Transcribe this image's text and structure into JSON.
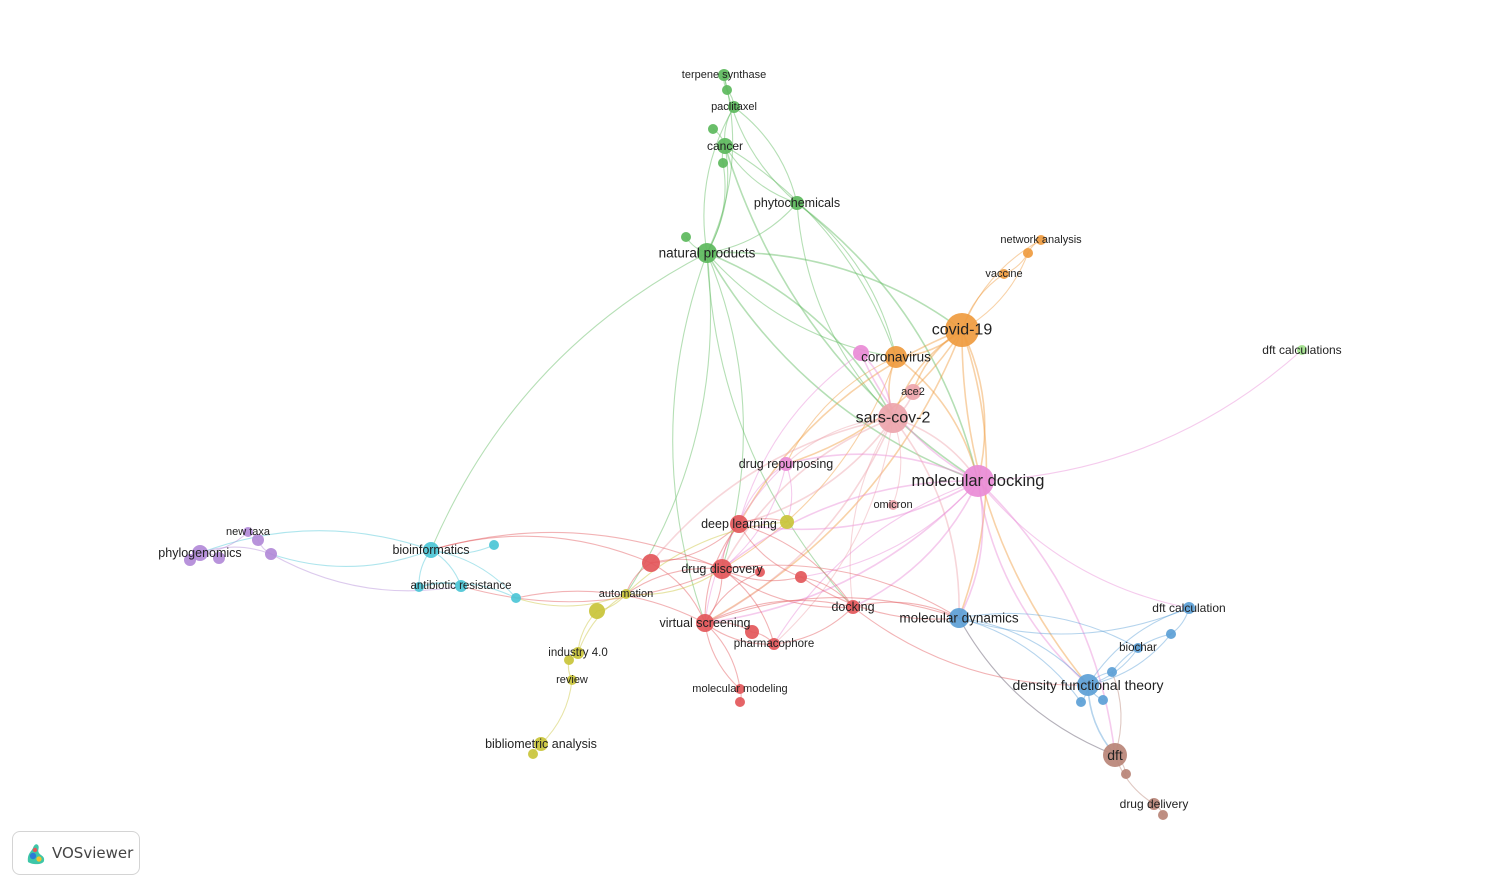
{
  "diagram": {
    "cluster_colors": {
      "red": "#e3575a",
      "green": "#5cb85c",
      "cyan": "#4cc5d6",
      "yellow": "#c9c43a",
      "purple": "#b28ad8",
      "blue": "#5c9fd6",
      "orange": "#ef9b3f",
      "brown": "#b98477",
      "pink": "#e98bd6",
      "rose": "#eda5ad",
      "lightgreen": "#9fe08a"
    },
    "nodes": [
      {
        "id": "terpene-synthase",
        "label": "terpene synthase",
        "cluster": "green"
      },
      {
        "id": "g-a",
        "label": "",
        "cluster": "green"
      },
      {
        "id": "paclitaxel",
        "label": "paclitaxel",
        "cluster": "green"
      },
      {
        "id": "g-b",
        "label": "",
        "cluster": "green"
      },
      {
        "id": "cancer",
        "label": "cancer",
        "cluster": "green"
      },
      {
        "id": "g-c",
        "label": "",
        "cluster": "green"
      },
      {
        "id": "phytochemicals",
        "label": "phytochemicals",
        "cluster": "green"
      },
      {
        "id": "g-d",
        "label": "",
        "cluster": "green"
      },
      {
        "id": "natural-products",
        "label": "natural products",
        "cluster": "green"
      },
      {
        "id": "network-analysis",
        "label": "network analysis",
        "cluster": "orange"
      },
      {
        "id": "o-a",
        "label": "",
        "cluster": "orange"
      },
      {
        "id": "vaccine",
        "label": "vaccine",
        "cluster": "orange"
      },
      {
        "id": "covid-19",
        "label": "covid-19",
        "cluster": "orange"
      },
      {
        "id": "coronavirus",
        "label": "coronavirus",
        "cluster": "orange"
      },
      {
        "id": "p-corona",
        "label": "",
        "cluster": "pink"
      },
      {
        "id": "ace2",
        "label": "ace2",
        "cluster": "rose"
      },
      {
        "id": "sars-cov-2",
        "label": "sars-cov-2",
        "cluster": "rose"
      },
      {
        "id": "omicron",
        "label": "omicron",
        "cluster": "rose"
      },
      {
        "id": "dft-calculations",
        "label": "dft calculations",
        "cluster": "lightgreen"
      },
      {
        "id": "drug-repurposing",
        "label": "drug repurposing",
        "cluster": "pink"
      },
      {
        "id": "molecular-docking",
        "label": "molecular docking",
        "cluster": "pink"
      },
      {
        "id": "deep-learning",
        "label": "deep learning",
        "cluster": "red"
      },
      {
        "id": "y-dl",
        "label": "",
        "cluster": "yellow"
      },
      {
        "id": "r-a",
        "label": "",
        "cluster": "red"
      },
      {
        "id": "drug-discovery",
        "label": "drug discovery",
        "cluster": "red"
      },
      {
        "id": "r-b",
        "label": "",
        "cluster": "red"
      },
      {
        "id": "r-c",
        "label": "",
        "cluster": "red"
      },
      {
        "id": "docking",
        "label": "docking",
        "cluster": "red"
      },
      {
        "id": "virtual-screening",
        "label": "virtual screening",
        "cluster": "red"
      },
      {
        "id": "r-d",
        "label": "",
        "cluster": "red"
      },
      {
        "id": "pharmacophore",
        "label": "pharmacophore",
        "cluster": "red"
      },
      {
        "id": "molecular-modeling",
        "label": "molecular modeling",
        "cluster": "red"
      },
      {
        "id": "r-e",
        "label": "",
        "cluster": "red"
      },
      {
        "id": "automation",
        "label": "automation",
        "cluster": "yellow"
      },
      {
        "id": "y-a",
        "label": "",
        "cluster": "yellow"
      },
      {
        "id": "industry-4",
        "label": "industry 4.0",
        "cluster": "yellow"
      },
      {
        "id": "y-b",
        "label": "",
        "cluster": "yellow"
      },
      {
        "id": "review",
        "label": "review",
        "cluster": "yellow"
      },
      {
        "id": "bibliometric-analysis",
        "label": "bibliometric analysis",
        "cluster": "yellow"
      },
      {
        "id": "y-c",
        "label": "",
        "cluster": "yellow"
      },
      {
        "id": "bioinformatics",
        "label": "bioinformatics",
        "cluster": "cyan"
      },
      {
        "id": "c-a",
        "label": "",
        "cluster": "cyan"
      },
      {
        "id": "antibiotic-resistance",
        "label": "antibiotic resistance",
        "cluster": "cyan"
      },
      {
        "id": "c-b",
        "label": "",
        "cluster": "cyan"
      },
      {
        "id": "c-c",
        "label": "",
        "cluster": "cyan"
      },
      {
        "id": "phylogenomics",
        "label": "phylogenomics",
        "cluster": "purple"
      },
      {
        "id": "pu-a",
        "label": "",
        "cluster": "purple"
      },
      {
        "id": "pu-b",
        "label": "",
        "cluster": "purple"
      },
      {
        "id": "new-taxa",
        "label": "new taxa",
        "cluster": "purple"
      },
      {
        "id": "pu-c",
        "label": "",
        "cluster": "purple"
      },
      {
        "id": "pu-d",
        "label": "",
        "cluster": "purple"
      },
      {
        "id": "molecular-dynamics",
        "label": "molecular dynamics",
        "cluster": "blue"
      },
      {
        "id": "dft-calculation",
        "label": "dft calculation",
        "cluster": "blue"
      },
      {
        "id": "b-a",
        "label": "",
        "cluster": "blue"
      },
      {
        "id": "biochar",
        "label": "biochar",
        "cluster": "blue"
      },
      {
        "id": "b-b",
        "label": "",
        "cluster": "blue"
      },
      {
        "id": "density-functional-theory",
        "label": "density functional theory",
        "cluster": "blue"
      },
      {
        "id": "b-c",
        "label": "",
        "cluster": "blue"
      },
      {
        "id": "b-d",
        "label": "",
        "cluster": "blue"
      },
      {
        "id": "dft",
        "label": "dft",
        "cluster": "brown"
      },
      {
        "id": "br-a",
        "label": "",
        "cluster": "brown"
      },
      {
        "id": "drug-delivery",
        "label": "drug delivery",
        "cluster": "brown"
      },
      {
        "id": "br-b",
        "label": "",
        "cluster": "brown"
      }
    ],
    "edges": [
      [
        "terpene-synthase",
        "g-a"
      ],
      [
        "g-a",
        "paclitaxel"
      ],
      [
        "paclitaxel",
        "cancer"
      ],
      [
        "g-b",
        "cancer"
      ],
      [
        "cancer",
        "g-c"
      ],
      [
        "cancer",
        "natural-products"
      ],
      [
        "paclitaxel",
        "natural-products"
      ],
      [
        "terpene-synthase",
        "natural-products"
      ],
      [
        "terpene-synthase",
        "phytochemicals"
      ],
      [
        "paclitaxel",
        "phytochemicals"
      ],
      [
        "cancer",
        "phytochemicals"
      ],
      [
        "phytochemicals",
        "natural-products"
      ],
      [
        "g-d",
        "natural-products"
      ],
      [
        "g-c",
        "natural-products"
      ],
      [
        "natural-products",
        "molecular-docking"
      ],
      [
        "natural-products",
        "sars-cov-2"
      ],
      [
        "natural-products",
        "coronavirus"
      ],
      [
        "natural-products",
        "covid-19"
      ],
      [
        "natural-products",
        "bioinformatics"
      ],
      [
        "natural-products",
        "drug-discovery"
      ],
      [
        "natural-products",
        "virtual-screening"
      ],
      [
        "natural-products",
        "automation"
      ],
      [
        "natural-products",
        "docking"
      ],
      [
        "phytochemicals",
        "molecular-docking"
      ],
      [
        "phytochemicals",
        "sars-cov-2"
      ],
      [
        "phytochemicals",
        "coronavirus"
      ],
      [
        "cancer",
        "molecular-docking"
      ],
      [
        "cancer",
        "coronavirus"
      ],
      [
        "network-analysis",
        "o-a"
      ],
      [
        "o-a",
        "vaccine"
      ],
      [
        "vaccine",
        "covid-19"
      ],
      [
        "o-a",
        "covid-19"
      ],
      [
        "network-analysis",
        "covid-19"
      ],
      [
        "covid-19",
        "coronavirus"
      ],
      [
        "covid-19",
        "sars-cov-2"
      ],
      [
        "covid-19",
        "molecular-docking"
      ],
      [
        "covid-19",
        "ace2"
      ],
      [
        "covid-19",
        "drug-repurposing"
      ],
      [
        "covid-19",
        "deep-learning"
      ],
      [
        "covid-19",
        "molecular-dynamics"
      ],
      [
        "covid-19",
        "density-functional-theory"
      ],
      [
        "covid-19",
        "virtual-screening"
      ],
      [
        "coronavirus",
        "sars-cov-2"
      ],
      [
        "coronavirus",
        "molecular-docking"
      ],
      [
        "coronavirus",
        "drug-repurposing"
      ],
      [
        "coronavirus",
        "drug-discovery"
      ],
      [
        "p-corona",
        "molecular-docking"
      ],
      [
        "p-corona",
        "sars-cov-2"
      ],
      [
        "p-corona",
        "deep-learning"
      ],
      [
        "sars-cov-2",
        "molecular-docking"
      ],
      [
        "sars-cov-2",
        "ace2"
      ],
      [
        "sars-cov-2",
        "omicron"
      ],
      [
        "sars-cov-2",
        "drug-repurposing"
      ],
      [
        "sars-cov-2",
        "deep-learning"
      ],
      [
        "sars-cov-2",
        "drug-discovery"
      ],
      [
        "sars-cov-2",
        "virtual-screening"
      ],
      [
        "sars-cov-2",
        "docking"
      ],
      [
        "sars-cov-2",
        "molecular-dynamics"
      ],
      [
        "sars-cov-2",
        "r-a"
      ],
      [
        "sars-cov-2",
        "pharmacophore"
      ],
      [
        "molecular-docking",
        "drug-repurposing"
      ],
      [
        "molecular-docking",
        "molecular-dynamics"
      ],
      [
        "molecular-docking",
        "dft-calculations"
      ],
      [
        "molecular-docking",
        "docking"
      ],
      [
        "molecular-docking",
        "drug-discovery"
      ],
      [
        "molecular-docking",
        "virtual-screening"
      ],
      [
        "molecular-docking",
        "density-functional-theory"
      ],
      [
        "molecular-docking",
        "dft"
      ],
      [
        "molecular-docking",
        "dft-calculation"
      ],
      [
        "molecular-docking",
        "deep-learning"
      ],
      [
        "molecular-docking",
        "pharmacophore"
      ],
      [
        "molecular-docking",
        "r-c"
      ],
      [
        "drug-repurposing",
        "deep-learning"
      ],
      [
        "drug-repurposing",
        "drug-discovery"
      ],
      [
        "drug-repurposing",
        "virtual-screening"
      ],
      [
        "drug-repurposing",
        "y-dl"
      ],
      [
        "deep-learning",
        "drug-discovery"
      ],
      [
        "deep-learning",
        "r-a"
      ],
      [
        "deep-learning",
        "virtual-screening"
      ],
      [
        "deep-learning",
        "docking"
      ],
      [
        "deep-learning",
        "r-c"
      ],
      [
        "deep-learning",
        "y-dl"
      ],
      [
        "y-dl",
        "automation"
      ],
      [
        "r-a",
        "drug-discovery"
      ],
      [
        "r-a",
        "bioinformatics"
      ],
      [
        "r-a",
        "virtual-screening"
      ],
      [
        "r-a",
        "automation"
      ],
      [
        "drug-discovery",
        "r-b"
      ],
      [
        "drug-discovery",
        "r-c"
      ],
      [
        "drug-discovery",
        "virtual-screening"
      ],
      [
        "drug-discovery",
        "docking"
      ],
      [
        "drug-discovery",
        "pharmacophore"
      ],
      [
        "drug-discovery",
        "bioinformatics"
      ],
      [
        "drug-discovery",
        "antibiotic-resistance"
      ],
      [
        "drug-discovery",
        "automation"
      ],
      [
        "drug-discovery",
        "molecular-dynamics"
      ],
      [
        "r-b",
        "virtual-screening"
      ],
      [
        "r-c",
        "docking"
      ],
      [
        "r-c",
        "molecular-dynamics"
      ],
      [
        "virtual-screening",
        "r-d"
      ],
      [
        "virtual-screening",
        "pharmacophore"
      ],
      [
        "virtual-screening",
        "docking"
      ],
      [
        "virtual-screening",
        "molecular-modeling"
      ],
      [
        "virtual-screening",
        "molecular-dynamics"
      ],
      [
        "virtual-screening",
        "c-c"
      ],
      [
        "r-d",
        "pharmacophore"
      ],
      [
        "pharmacophore",
        "docking"
      ],
      [
        "molecular-modeling",
        "r-e"
      ],
      [
        "molecular-modeling",
        "virtual-screening"
      ],
      [
        "docking",
        "molecular-dynamics"
      ],
      [
        "docking",
        "density-functional-theory"
      ],
      [
        "automation",
        "y-a"
      ],
      [
        "y-a",
        "industry-4"
      ],
      [
        "industry-4",
        "y-b"
      ],
      [
        "y-b",
        "review"
      ],
      [
        "review",
        "bibliometric-analysis"
      ],
      [
        "bibliometric-analysis",
        "y-c"
      ],
      [
        "industry-4",
        "automation"
      ],
      [
        "automation",
        "drug-discovery"
      ],
      [
        "automation",
        "c-c"
      ],
      [
        "bioinformatics",
        "c-a"
      ],
      [
        "bioinformatics",
        "antibiotic-resistance"
      ],
      [
        "bioinformatics",
        "c-b"
      ],
      [
        "bioinformatics",
        "c-c"
      ],
      [
        "antibiotic-resistance",
        "c-b"
      ],
      [
        "c-b",
        "c-c"
      ],
      [
        "bioinformatics",
        "phylogenomics"
      ],
      [
        "bioinformatics",
        "pu-d"
      ],
      [
        "phylogenomics",
        "pu-a"
      ],
      [
        "phylogenomics",
        "pu-b"
      ],
      [
        "phylogenomics",
        "new-taxa"
      ],
      [
        "new-taxa",
        "pu-c"
      ],
      [
        "pu-c",
        "pu-d"
      ],
      [
        "phylogenomics",
        "pu-d"
      ],
      [
        "pu-d",
        "antibiotic-resistance"
      ],
      [
        "molecular-dynamics",
        "density-functional-theory"
      ],
      [
        "molecular-dynamics",
        "dft-calculation"
      ],
      [
        "molecular-dynamics",
        "biochar"
      ],
      [
        "molecular-dynamics",
        "dft"
      ],
      [
        "molecular-dynamics",
        "b-c"
      ],
      [
        "density-functional-theory",
        "b-a"
      ],
      [
        "density-functional-theory",
        "b-b"
      ],
      [
        "density-functional-theory",
        "biochar"
      ],
      [
        "density-functional-theory",
        "b-c"
      ],
      [
        "density-functional-theory",
        "b-d"
      ],
      [
        "density-functional-theory",
        "dft-calculation"
      ],
      [
        "density-functional-theory",
        "dft"
      ],
      [
        "dft-calculation",
        "b-a"
      ],
      [
        "b-a",
        "b-b"
      ],
      [
        "dft",
        "br-a"
      ],
      [
        "dft",
        "drug-delivery"
      ],
      [
        "drug-delivery",
        "br-b"
      ],
      [
        "dft",
        "b-b"
      ],
      [
        "dft",
        "molecular-dynamics"
      ]
    ]
  },
  "brand": {
    "name": "VOSviewer",
    "logo_icon": "vosviewer-logo-icon"
  }
}
